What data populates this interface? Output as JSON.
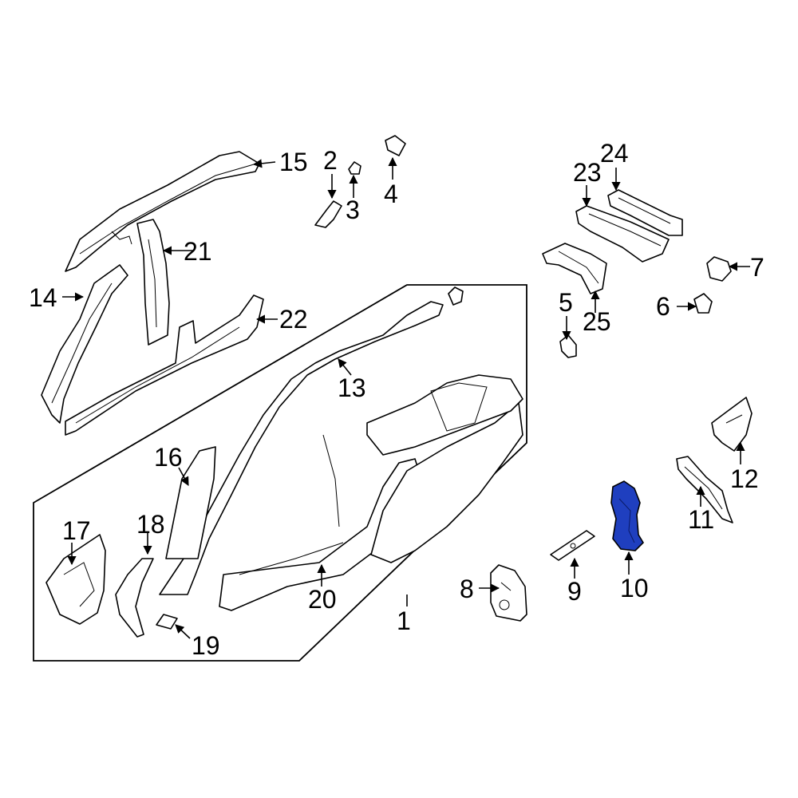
{
  "diagram": {
    "highlight_color": "#1f3fbf",
    "highlighted_part": "10",
    "callouts": [
      {
        "id": "1",
        "label": "1"
      },
      {
        "id": "2",
        "label": "2"
      },
      {
        "id": "3",
        "label": "3"
      },
      {
        "id": "4",
        "label": "4"
      },
      {
        "id": "5",
        "label": "5"
      },
      {
        "id": "6",
        "label": "6"
      },
      {
        "id": "7",
        "label": "7"
      },
      {
        "id": "8",
        "label": "8"
      },
      {
        "id": "9",
        "label": "9"
      },
      {
        "id": "10",
        "label": "10"
      },
      {
        "id": "11",
        "label": "11"
      },
      {
        "id": "12",
        "label": "12"
      },
      {
        "id": "13",
        "label": "13"
      },
      {
        "id": "14",
        "label": "14"
      },
      {
        "id": "15",
        "label": "15"
      },
      {
        "id": "16",
        "label": "16"
      },
      {
        "id": "17",
        "label": "17"
      },
      {
        "id": "18",
        "label": "18"
      },
      {
        "id": "19",
        "label": "19"
      },
      {
        "id": "20",
        "label": "20"
      },
      {
        "id": "21",
        "label": "21"
      },
      {
        "id": "22",
        "label": "22"
      },
      {
        "id": "23",
        "label": "23"
      },
      {
        "id": "24",
        "label": "24"
      },
      {
        "id": "25",
        "label": "25"
      }
    ]
  }
}
